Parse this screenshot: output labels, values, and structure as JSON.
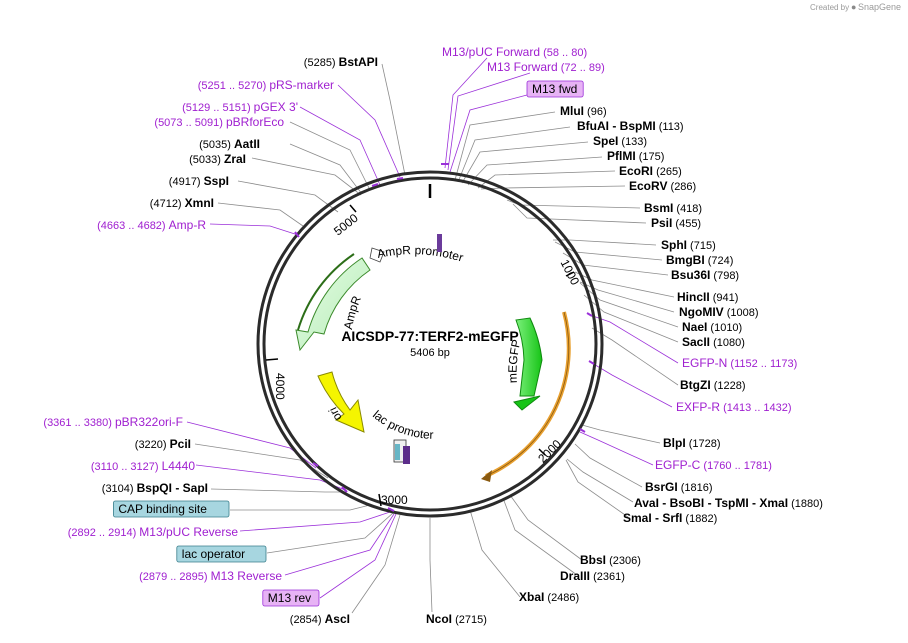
{
  "plasmid": {
    "name": "AICSDP-77:TERF2-mEGFP",
    "length_label": "5406 bp"
  },
  "credit": {
    "prefix": "Created by",
    "brand": "SnapGene"
  },
  "colors": {
    "backbone": "#2b2b2b",
    "enzyme_text": "#000000",
    "feature_text": "#a020d0",
    "lead_line": "#8c8c8c",
    "ampr": "#c8f5c8",
    "mEGFP": "#22d022",
    "ori": "#f5f500",
    "orange_arc": "#e8a030",
    "boxed_feature_fill": "#a7d6e0",
    "boxed_primer_fill": "#e7b3f5"
  },
  "ticks": [
    "1000",
    "2000",
    "3000",
    "4000",
    "5000"
  ],
  "right_labels": [
    {
      "kind": "feature",
      "name": "M13/pUC Forward",
      "range": "(58 .. 80)"
    },
    {
      "kind": "feature",
      "name": "M13 Forward",
      "range": "(72 .. 89)"
    },
    {
      "kind": "boxed-primer",
      "name": "M13 fwd"
    },
    {
      "kind": "enzyme",
      "parts": [
        "MluI"
      ],
      "pos": "(96)"
    },
    {
      "kind": "enzyme",
      "parts": [
        "BfuAI",
        "BspMI"
      ],
      "pos": "(113)"
    },
    {
      "kind": "enzyme",
      "parts": [
        "SpeI"
      ],
      "pos": "(133)"
    },
    {
      "kind": "enzyme",
      "parts": [
        "PflMI"
      ],
      "pos": "(175)"
    },
    {
      "kind": "enzyme",
      "parts": [
        "EcoRI"
      ],
      "pos": "(265)"
    },
    {
      "kind": "enzyme",
      "parts": [
        "EcoRV"
      ],
      "pos": "(286)"
    },
    {
      "kind": "enzyme",
      "parts": [
        "BsmI"
      ],
      "pos": "(418)"
    },
    {
      "kind": "enzyme",
      "parts": [
        "PsiI"
      ],
      "pos": "(455)"
    },
    {
      "kind": "enzyme",
      "parts": [
        "SphI"
      ],
      "pos": "(715)"
    },
    {
      "kind": "enzyme",
      "parts": [
        "BmgBI"
      ],
      "pos": "(724)"
    },
    {
      "kind": "enzyme",
      "parts": [
        "Bsu36I"
      ],
      "pos": "(798)"
    },
    {
      "kind": "enzyme",
      "parts": [
        "HincII"
      ],
      "pos": "(941)"
    },
    {
      "kind": "enzyme",
      "parts": [
        "NgoMIV"
      ],
      "pos": "(1008)"
    },
    {
      "kind": "enzyme",
      "parts": [
        "NaeI"
      ],
      "pos": "(1010)"
    },
    {
      "kind": "enzyme",
      "parts": [
        "SacII"
      ],
      "pos": "(1080)"
    },
    {
      "kind": "feature",
      "name": "EGFP-N",
      "range": "(1152 .. 1173)"
    },
    {
      "kind": "enzyme",
      "parts": [
        "BtgZI"
      ],
      "pos": "(1228)"
    },
    {
      "kind": "feature",
      "name": "EXFP-R",
      "range": "(1413 .. 1432)"
    },
    {
      "kind": "enzyme",
      "parts": [
        "BlpI"
      ],
      "pos": "(1728)"
    },
    {
      "kind": "feature",
      "name": "EGFP-C",
      "range": "(1760 .. 1781)"
    },
    {
      "kind": "enzyme",
      "parts": [
        "BsrGI"
      ],
      "pos": "(1816)"
    },
    {
      "kind": "enzyme",
      "parts": [
        "AvaI",
        "BsoBI",
        "TspMI",
        "XmaI"
      ],
      "pos": "(1880)"
    },
    {
      "kind": "enzyme",
      "parts": [
        "SmaI",
        "SrfI"
      ],
      "pos": "(1882)"
    },
    {
      "kind": "enzyme",
      "parts": [
        "BbsI"
      ],
      "pos": "(2306)"
    },
    {
      "kind": "enzyme",
      "parts": [
        "DraIII"
      ],
      "pos": "(2361)"
    },
    {
      "kind": "enzyme",
      "parts": [
        "XbaI"
      ],
      "pos": "(2486)"
    },
    {
      "kind": "enzyme",
      "parts": [
        "NcoI"
      ],
      "pos": "(2715)"
    }
  ],
  "left_labels": [
    {
      "kind": "enzyme",
      "parts": [
        "BstAPI"
      ],
      "pos": "(5285)"
    },
    {
      "kind": "feature",
      "name": "pRS-marker",
      "range": "(5251 .. 5270)"
    },
    {
      "kind": "feature",
      "name": "pGEX 3'",
      "range": "(5129 .. 5151)"
    },
    {
      "kind": "feature",
      "name": "pBRforEco",
      "range": "(5073 .. 5091)"
    },
    {
      "kind": "enzyme",
      "parts": [
        "AatII"
      ],
      "pos": "(5035)"
    },
    {
      "kind": "enzyme",
      "parts": [
        "ZraI"
      ],
      "pos": "(5033)"
    },
    {
      "kind": "enzyme",
      "parts": [
        "SspI"
      ],
      "pos": "(4917)"
    },
    {
      "kind": "enzyme",
      "parts": [
        "XmnI"
      ],
      "pos": "(4712)"
    },
    {
      "kind": "feature",
      "name": "Amp-R",
      "range": "(4663 .. 4682)"
    },
    {
      "kind": "feature",
      "name": "pBR322ori-F",
      "range": "(3361 .. 3380)"
    },
    {
      "kind": "enzyme",
      "parts": [
        "PciI"
      ],
      "pos": "(3220)"
    },
    {
      "kind": "feature",
      "name": "L4440",
      "range": "(3110 .. 3127)"
    },
    {
      "kind": "enzyme",
      "parts": [
        "BspQI",
        "SapI"
      ],
      "pos": "(3104)"
    },
    {
      "kind": "boxed-feature",
      "name": "CAP binding site"
    },
    {
      "kind": "feature",
      "name": "M13/pUC Reverse",
      "range": "(2892 .. 2914)"
    },
    {
      "kind": "boxed-feature",
      "name": "lac operator"
    },
    {
      "kind": "feature",
      "name": "M13 Reverse",
      "range": "(2879 .. 2895)"
    },
    {
      "kind": "boxed-primer",
      "name": "M13 rev"
    },
    {
      "kind": "enzyme",
      "parts": [
        "AscI"
      ],
      "pos": "(2854)"
    }
  ],
  "arc_features": [
    {
      "name": "AmpR promoter"
    },
    {
      "name": "AmpR"
    },
    {
      "name": "mEGFP"
    },
    {
      "name": "ori"
    },
    {
      "name": "lac promoter"
    }
  ]
}
